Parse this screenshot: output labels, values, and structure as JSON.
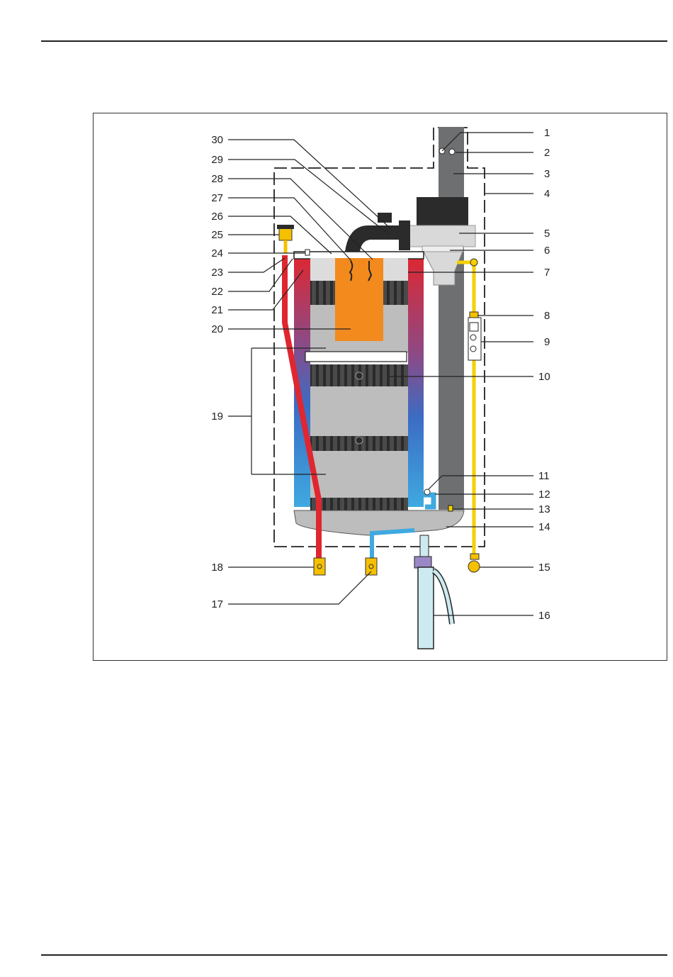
{
  "figure": {
    "callouts": {
      "left": [
        "30",
        "29",
        "28",
        "27",
        "26",
        "25",
        "24",
        "23",
        "22",
        "21",
        "20",
        "19",
        "18",
        "17"
      ],
      "right": [
        "1",
        "2",
        "3",
        "4",
        "5",
        "6",
        "7",
        "8",
        "9",
        "10",
        "11",
        "12",
        "13",
        "14",
        "15",
        "16"
      ]
    },
    "colors": {
      "flow": "#e0262f",
      "return": "#3fa9e0",
      "heat_exchanger": "#bdbdbd",
      "burner_flame": "#f28a1e",
      "flue": "#6e6f71",
      "gas_line": "#f5d000",
      "condensate": "#cdeaf0",
      "casing_line": "#222222"
    }
  }
}
